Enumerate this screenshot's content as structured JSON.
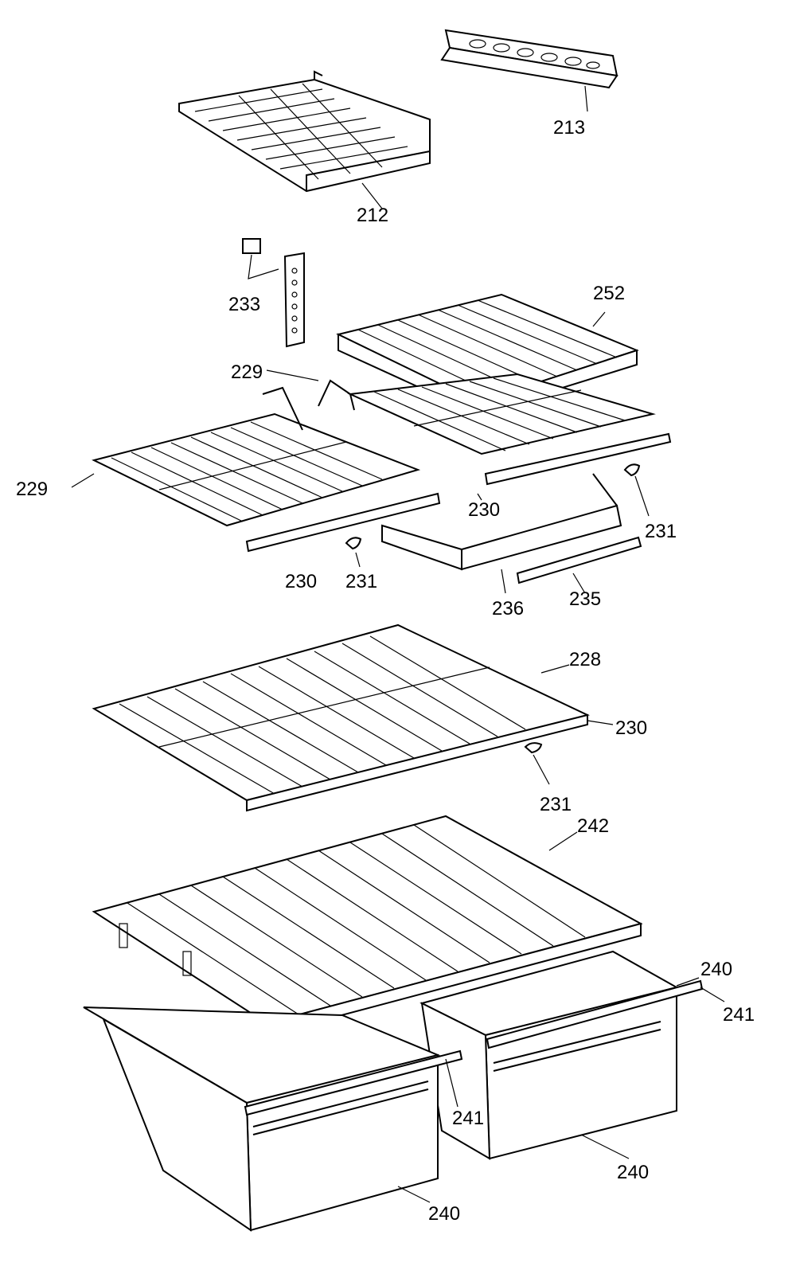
{
  "labels": {
    "p212": "212",
    "p213": "213",
    "p233": "233",
    "p252": "252",
    "p229_top": "229",
    "p229_left": "229",
    "p230_center": "230",
    "p231_right": "231",
    "p230_left": "230",
    "p231_left": "231",
    "p236": "236",
    "p235": "235",
    "p228": "228",
    "p230_right": "230",
    "p231_mid": "231",
    "p242": "242",
    "p240_right": "240",
    "p241_right": "241",
    "p241_left": "241",
    "p240_bottom_right": "240",
    "p240_bottom_left": "240"
  }
}
